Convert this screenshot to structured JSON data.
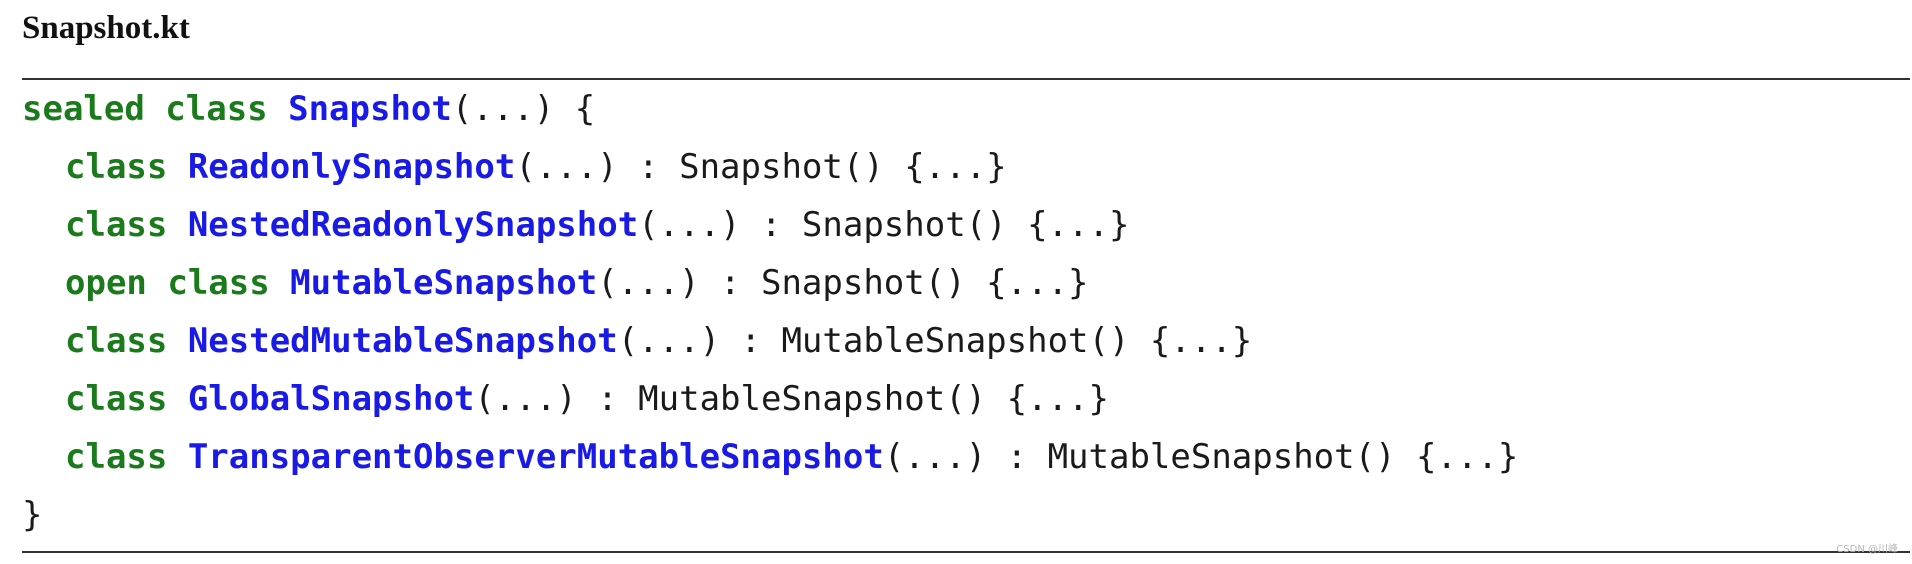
{
  "file": {
    "title": "Snapshot.kt"
  },
  "colors": {
    "keyword": "#1b7a1b",
    "type_name": "#1a1ae6",
    "text": "#1a1a1a",
    "rule": "#333333"
  },
  "code": {
    "line1": {
      "kw": "sealed class ",
      "name": "Snapshot",
      "rest": "(...) {"
    },
    "line2": {
      "kw": "class ",
      "name": "ReadonlySnapshot",
      "rest": "(...) : Snapshot() {...}"
    },
    "line3": {
      "kw": "class ",
      "name": "NestedReadonlySnapshot",
      "rest": "(...) : Snapshot() {...}"
    },
    "line4": {
      "kw": "open class ",
      "name": "MutableSnapshot",
      "rest": "(...) : Snapshot() {...}"
    },
    "line5": {
      "kw": "class ",
      "name": "NestedMutableSnapshot",
      "rest": "(...) : MutableSnapshot() {...}"
    },
    "line6": {
      "kw": "class ",
      "name": "GlobalSnapshot",
      "rest": "(...) : MutableSnapshot() {...}"
    },
    "line7": {
      "kw": "class ",
      "name": "TransparentObserverMutableSnapshot",
      "rest": "(...) : MutableSnapshot() {...}"
    },
    "line8": {
      "rest": "}"
    }
  },
  "watermark": "CSDN @川峰"
}
